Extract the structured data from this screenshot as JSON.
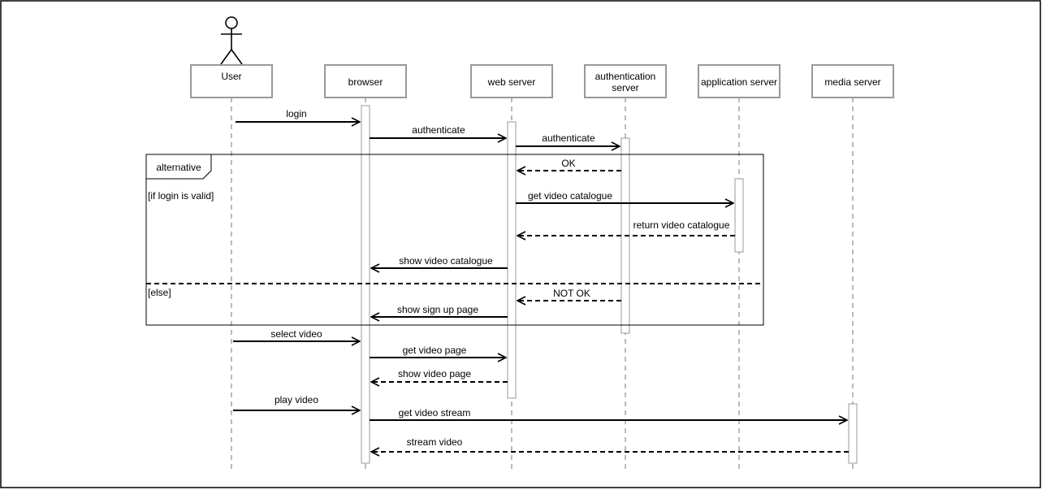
{
  "diagram": {
    "participants": [
      {
        "id": "user",
        "label": "User",
        "actor": true
      },
      {
        "id": "browser",
        "label": "browser"
      },
      {
        "id": "web",
        "label": "web server"
      },
      {
        "id": "auth",
        "label": "authentication server",
        "lines": [
          "authentication",
          "server"
        ]
      },
      {
        "id": "app",
        "label": "application server"
      },
      {
        "id": "media",
        "label": "media server"
      }
    ],
    "fragment": {
      "operator": "alternative",
      "guards": [
        "[if login is valid]",
        "[else]"
      ]
    },
    "messages": [
      {
        "from": "user",
        "to": "browser",
        "label": "login",
        "style": "sync"
      },
      {
        "from": "browser",
        "to": "web",
        "label": "authenticate",
        "style": "sync"
      },
      {
        "from": "web",
        "to": "auth",
        "label": "authenticate",
        "style": "sync"
      },
      {
        "from": "auth",
        "to": "web",
        "label": "OK",
        "style": "return"
      },
      {
        "from": "web",
        "to": "app",
        "label": "get video catalogue",
        "style": "sync"
      },
      {
        "from": "app",
        "to": "web",
        "label": "return video catalogue",
        "style": "return"
      },
      {
        "from": "web",
        "to": "browser",
        "label": "show video catalogue",
        "style": "sync"
      },
      {
        "from": "auth",
        "to": "web",
        "label": "NOT OK",
        "style": "return"
      },
      {
        "from": "web",
        "to": "browser",
        "label": "show sign up page",
        "style": "sync"
      },
      {
        "from": "user",
        "to": "browser",
        "label": "select video",
        "style": "sync"
      },
      {
        "from": "browser",
        "to": "web",
        "label": "get video page",
        "style": "sync"
      },
      {
        "from": "web",
        "to": "browser",
        "label": "show video page",
        "style": "return"
      },
      {
        "from": "user",
        "to": "browser",
        "label": "play video",
        "style": "sync"
      },
      {
        "from": "browser",
        "to": "media",
        "label": "get video stream",
        "style": "sync"
      },
      {
        "from": "media",
        "to": "browser",
        "label": "stream video",
        "style": "return"
      }
    ]
  }
}
